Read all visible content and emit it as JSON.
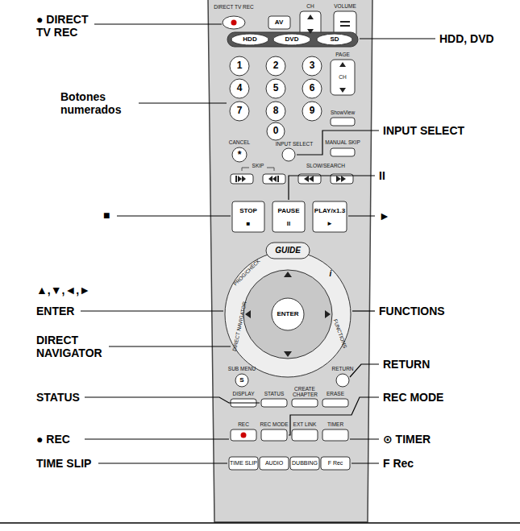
{
  "diagram": {
    "labels": [
      "● DIRECT TV REC",
      "HDD, DVD",
      "Botones numerados",
      "INPUT SELECT",
      "II",
      "■",
      "►",
      "▲,▼,◄,►",
      "ENTER",
      "FUNCTIONS",
      "DIRECT NAVIGATOR",
      "RETURN",
      "STATUS",
      "REC MODE",
      "● REC",
      "⊙ TIMER",
      "TIME SLIP",
      "F Rec",
      "DIRECT TV REC",
      "AV",
      "CH",
      "VOLUME",
      "HDD",
      "DVD",
      "SD",
      "PAGE",
      "1",
      "2",
      "3",
      "4",
      "5",
      "6",
      "7",
      "8",
      "9",
      "0",
      "CH",
      "ShowView",
      "CANCEL",
      "*",
      "INPUT SELECT",
      "MANUAL SKIP",
      "SKIP",
      "SLOW/SEARCH",
      "STOP",
      "■",
      "PAUSE",
      "II",
      "PLAY/x1.3",
      "►",
      "GUIDE",
      "PROG/CHECK",
      "i",
      "ENTER",
      "FUNCTIONS",
      "DIRECT NAVIGATOR",
      "SUB MENU",
      "S",
      "RETURN",
      "DISPLAY",
      "STATUS",
      "CREATE CHAPTER",
      "ERASE",
      "REC",
      "REC MODE",
      "EXT LINK",
      "TIMER",
      "TIME SLIP",
      "AUDIO",
      "DUBBING",
      "F Rec"
    ]
  }
}
